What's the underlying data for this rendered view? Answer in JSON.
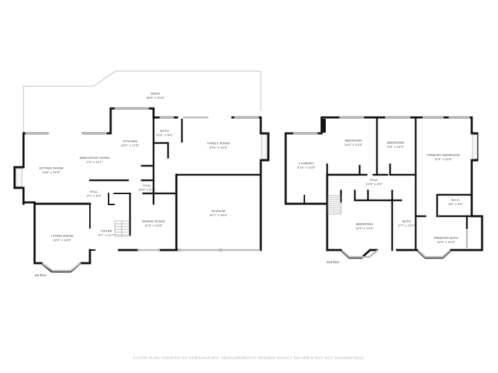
{
  "floors": [
    {
      "label": "1st floor",
      "rooms": [
        {
          "name": "DECK",
          "dims": "58'8\" x 34'4\""
        },
        {
          "name": "KITCHEN",
          "dims": "10'2\" x 17'6\""
        },
        {
          "name": "BATH",
          "dims": "6'11\" x 5'8\""
        },
        {
          "name": "FAMILY ROOM",
          "dims": "22'4\" x 19'4\""
        },
        {
          "name": "BREAKFAST NOOK",
          "dims": "8'1\" x 11'1\""
        },
        {
          "name": "SITTING ROOM",
          "dims": "13'6\" x 16'9\""
        },
        {
          "name": "HALL",
          "dims": "15'9\" x 8'11\""
        },
        {
          "name": "HALL",
          "dims": "8'1\" x 9'3\""
        },
        {
          "name": "GARAGE",
          "dims": "20'7\" x 18'4\""
        },
        {
          "name": "DINING ROOM",
          "dims": "11'0\" x 13'5\""
        },
        {
          "name": "FOYER",
          "dims": "9'7\" x 11'7\""
        },
        {
          "name": "LIVING ROOM",
          "dims": "13'4\" x 16'6\""
        }
      ]
    },
    {
      "label": "2nd floor",
      "rooms": [
        {
          "name": "BEDROOM",
          "dims": "12'2\" x 13'4\""
        },
        {
          "name": "BEDROOM",
          "dims": "9'3\" x 13'4\""
        },
        {
          "name": "PRIMARY BEDROOM",
          "dims": "11'6\" x 23'6\""
        },
        {
          "name": "LAUNDRY",
          "dims": "9'10\" x 14'5\""
        },
        {
          "name": "HALL",
          "dims": "21'5\" x 6'2\""
        },
        {
          "name": "W.I.C.",
          "dims": "8'8\" x 6'5\""
        },
        {
          "name": "BEDROOM",
          "dims": "13'3\" x 14'4\""
        },
        {
          "name": "BATH",
          "dims": "5'7\" x 12'0\""
        },
        {
          "name": "PRIMARY BATH",
          "dims": "10'2\" x 10'3\""
        }
      ]
    }
  ],
  "footer": "FLOOR PLAN CREATED BY CUBICASA APP. MEASUREMENTS DEEMED HIGHLY RELIABLE BUT NOT GUARANTEED."
}
